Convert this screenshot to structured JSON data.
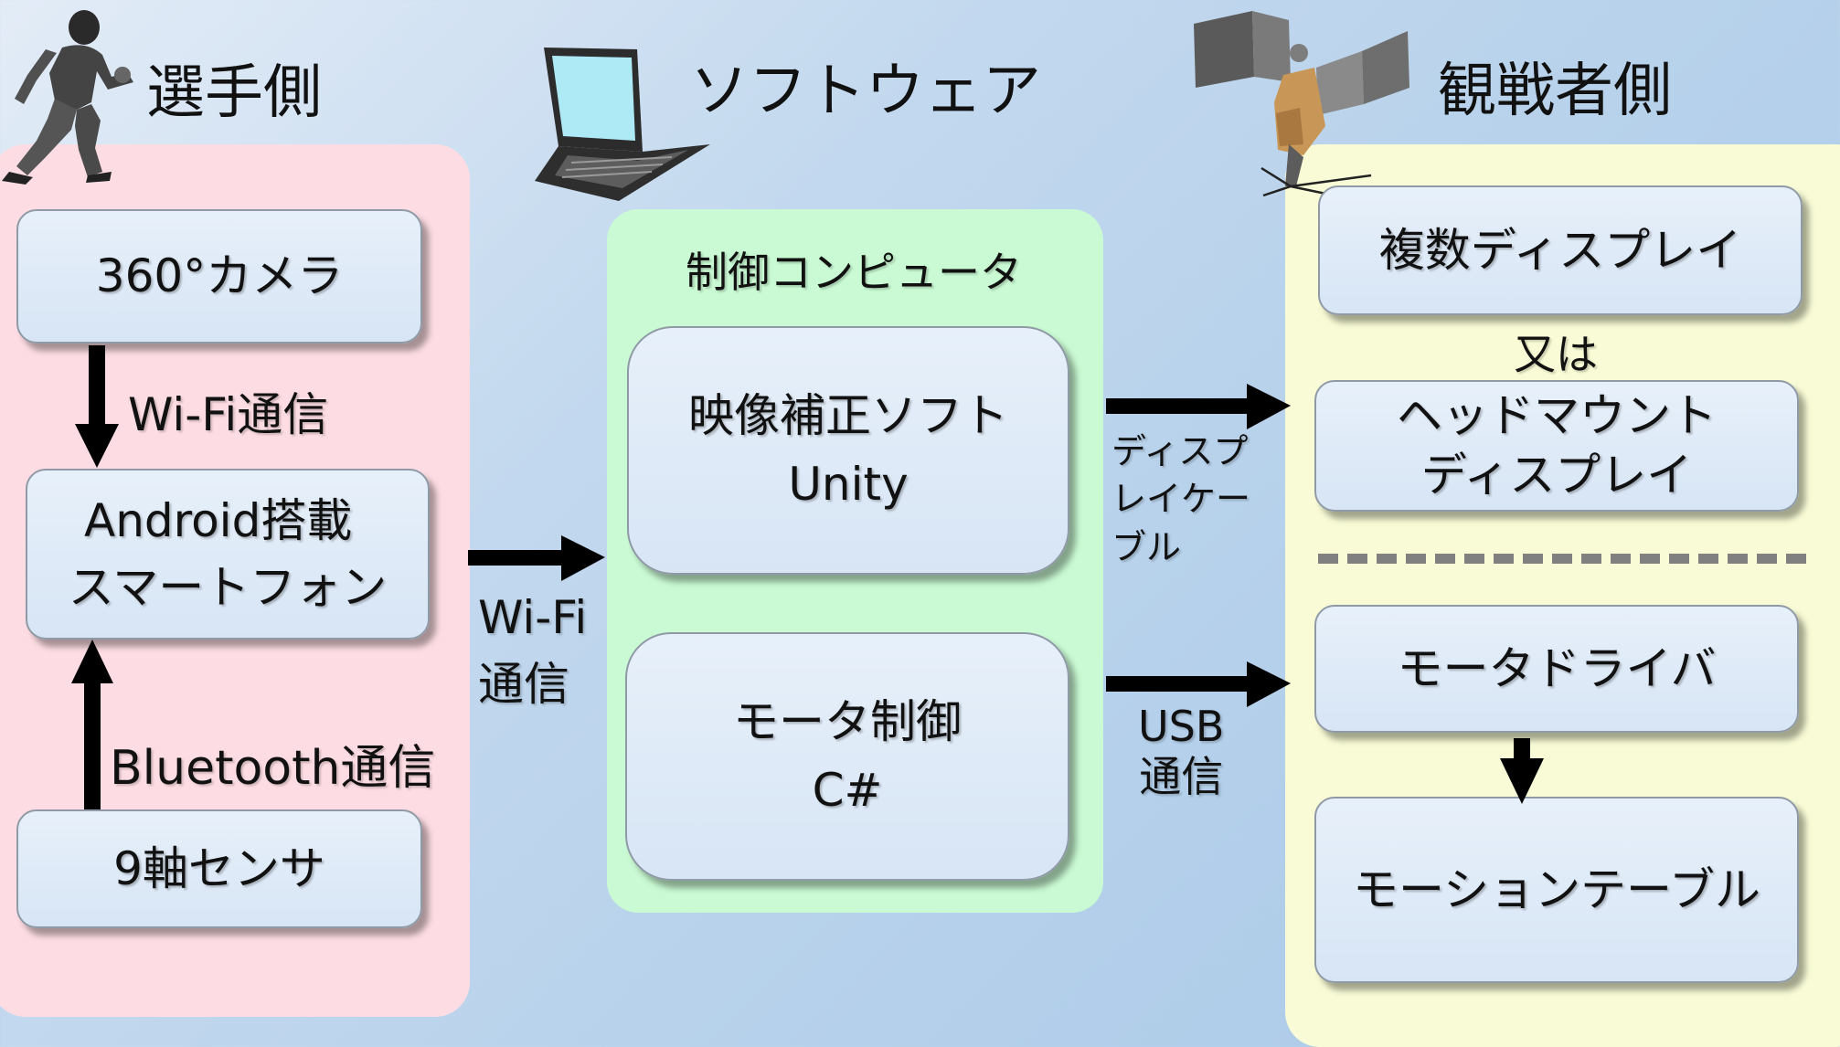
{
  "headings": {
    "player_side": "選手側",
    "software": "ソフトウェア",
    "viewer_side": "観戦者側"
  },
  "player": {
    "camera": "360°カメラ",
    "wifi_link": "Wi-Fi通信",
    "phone_line1": "Android搭載",
    "phone_line2": "スマートフォン",
    "bluetooth_link": "Bluetooth通信",
    "sensor": "9軸センサ"
  },
  "link_player_to_software": {
    "line1": "Wi-Fi",
    "line2": "通信"
  },
  "software": {
    "computer_label": "制御コンピュータ",
    "video_line1": "映像補正ソフト",
    "video_line2": "Unity",
    "motor_line1": "モータ制御",
    "motor_line2": "C#"
  },
  "link_display_cable": {
    "line1": "ディスプ",
    "line2": "レイケー",
    "line3": "ブル"
  },
  "link_usb": {
    "line1": "USB",
    "line2": "通信"
  },
  "viewer": {
    "multi_display": "複数ディスプレイ",
    "or_text": "又は",
    "hmd_line1": "ヘッドマウント",
    "hmd_line2": "ディスプレイ",
    "motor_driver": "モータドライバ",
    "motion_table": "モーションテーブル"
  },
  "icons": {
    "player": "soccer-player-icon",
    "laptop": "laptop-icon",
    "simulator": "motion-seat-icon"
  },
  "colors": {
    "player_panel": "#fddde3",
    "software_panel": "#c9fad3",
    "viewer_panel": "#f8fbd5",
    "node": "#dde8f6",
    "arrow": "#000000",
    "dashed_divider": "#808080"
  }
}
